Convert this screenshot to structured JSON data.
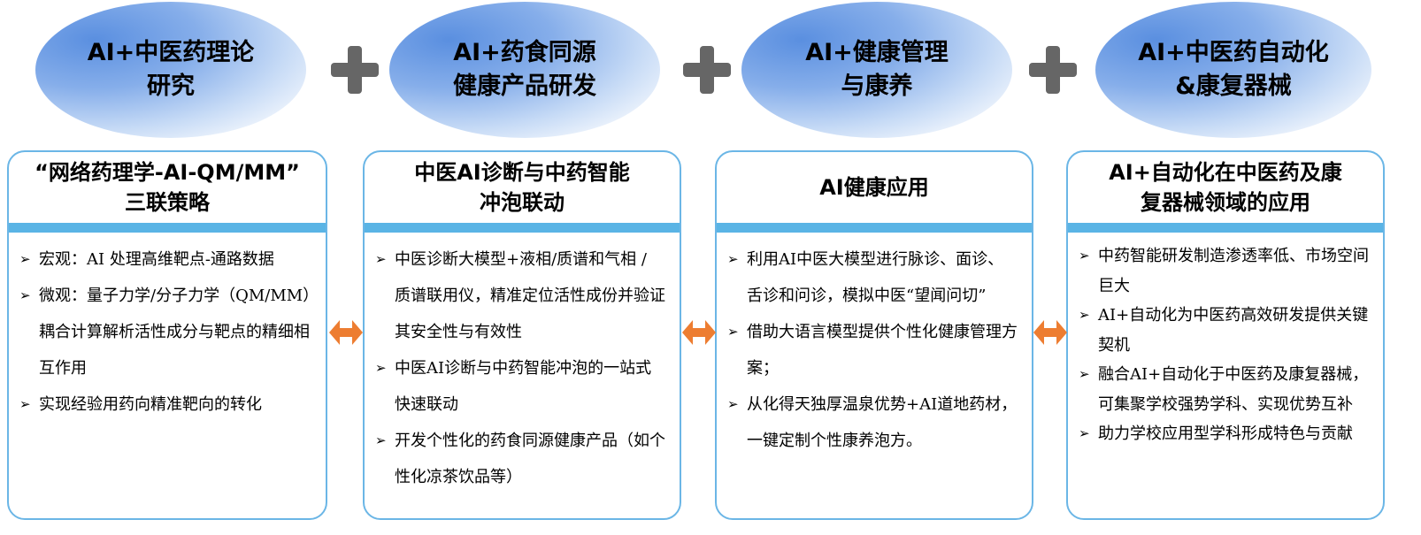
{
  "top_topics": [
    {
      "label": "AI+中医药理论\n研究"
    },
    {
      "label": "AI+药食同源\n健康产品研发"
    },
    {
      "label": "AI+健康管理\n与康养"
    },
    {
      "label": "AI+中医药自动化\n&康复器械"
    }
  ],
  "cards": [
    {
      "title": "“网络药理学-AI-QM/MM”\n三联策略",
      "items": [
        "宏观：AI 处理高维靶点-通路数据",
        "微观：量子力学/分子力学（QM/MM）耦合计算解析活性成分与靶点的精细相互作用",
        "实现经验用药向精准靶向的转化"
      ]
    },
    {
      "title": "中医AI诊断与中药智能\n冲泡联动",
      "items": [
        "中医诊断大模型+液相/质谱和气相 / 质谱联用仪，精准定位活性成份并验证其安全性与有效性",
        "中医AI诊断与中药智能冲泡的一站式快速联动",
        "开发个性化的药食同源健康产品（如个性化凉茶饮品等）"
      ]
    },
    {
      "title": "AI健康应用",
      "items": [
        "利用AI中医大模型进行脉诊、面诊、舌诊和问诊，模拟中医“望闻问切”",
        "借助大语言模型提供个性化健康管理方案；",
        "从化得天独厚温泉优势+AI道地药材，一键定制个性康养泡方。"
      ]
    },
    {
      "title": "AI+自动化在中医药及康\n复器械领域的应用",
      "items": [
        "中药智能研发制造渗透率低、市场空间巨大",
        "AI+自动化为中医药高效研发提供关键契机",
        "融合AI+自动化于中医药及康复器械，可集聚学校强势学科、实现优势互补",
        "助力学校应用型学科形成特色与贡献"
      ]
    }
  ],
  "colors": {
    "accent": "#5ab4e5",
    "border": "#6bb6e6",
    "arrow": "#ed7d31",
    "plus": "#666666",
    "ellipse": "#5a8fe0"
  }
}
